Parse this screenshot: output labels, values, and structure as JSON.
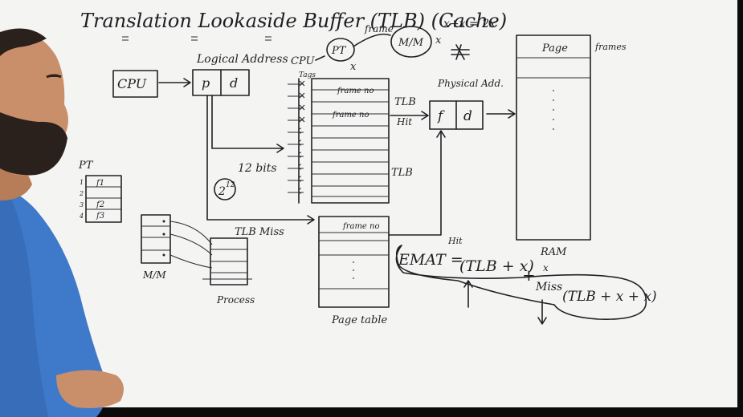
{
  "board": {
    "title": "Translation Lookaside Buffer (TLB) (Cache)",
    "cpu_label": "CPU",
    "logical_address_label": "Logical Address",
    "logical_p": "p",
    "logical_d": "d",
    "top_cpu": "CPU",
    "top_pt": "PT",
    "top_frame": "frame",
    "top_mm": "M/M",
    "top_x1": "x",
    "top_x2": "x",
    "top_equation": "x+x = 2x",
    "tags_label": "Tags",
    "tlb_row_1": "frame no",
    "tlb_row_2": "frame no",
    "tlb_side_label": "TLB",
    "hit_label": "Hit",
    "tlb_bottom_label": "TLB",
    "physical_addr_label": "Physical Add.",
    "physical_f": "f",
    "physical_d": "d",
    "page_label": "Page",
    "frames_label": "frames",
    "ram_label": "RAM",
    "bits_label": "12 bits",
    "power_label": "2",
    "power_exp": "12",
    "pt_label": "PT",
    "pt_rows": [
      "f1",
      "f2",
      "f3"
    ],
    "pt_nums": [
      "1",
      "2",
      "3",
      "4"
    ],
    "mm_label": "M/M",
    "process_label": "Process",
    "tlb_miss_label": "TLB Miss",
    "page_table_row": "frame no",
    "page_table_label": "Page table",
    "hit_small": "Hit",
    "emat_lhs": "EMAT =",
    "emat_term1": "(TLB + x)",
    "emat_plus": "+",
    "emat_miss": "Miss",
    "emat_miss_x": "x",
    "emat_term2": "(TLB + x + x)"
  },
  "colors": {
    "whiteboard": "#f4f5f3",
    "ink": "#1f2124",
    "shirt": "#3f79c9",
    "skin": "#c98f6a",
    "hair": "#2a211c"
  }
}
